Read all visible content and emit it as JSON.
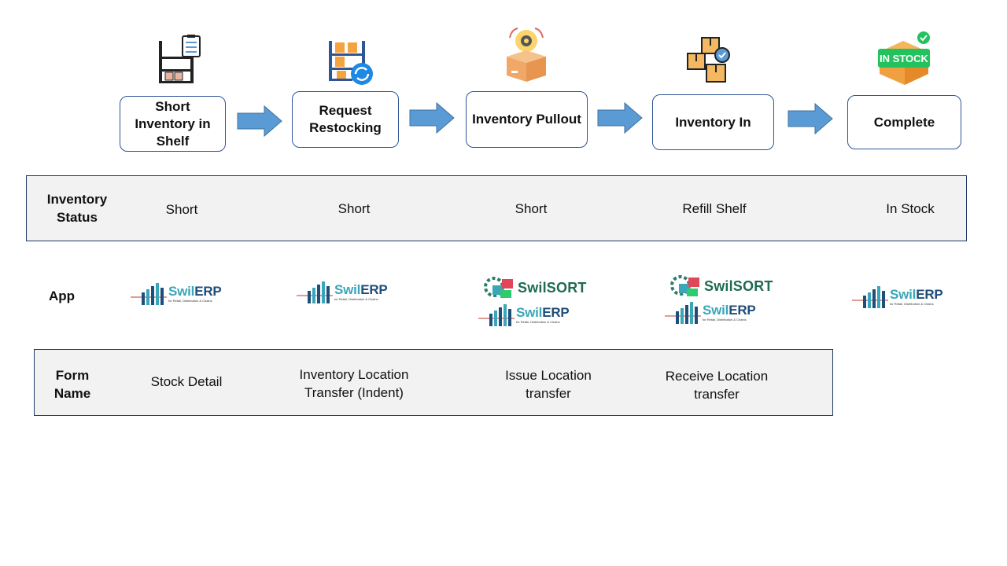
{
  "steps": [
    {
      "label": "Short Inventory in Shelf",
      "icon": "shelf-checklist-icon"
    },
    {
      "label": "Request Restocking",
      "icon": "shelf-restock-icon"
    },
    {
      "label": "Inventory Pullout",
      "icon": "box-gear-icon"
    },
    {
      "label": "Inventory In",
      "icon": "stacked-boxes-icon"
    },
    {
      "label": "Complete",
      "icon": "in-stock-box-icon"
    }
  ],
  "in_stock_badge": "IN STOCK",
  "inventory_status": {
    "label": "Inventory Status",
    "values": [
      "Short",
      "Short",
      "Short",
      "Refill Shelf",
      "In Stock"
    ]
  },
  "app": {
    "label": "App",
    "erp_name_a": "Swil",
    "erp_name_b": "ERP",
    "erp_tagline": "for Retail, Distribution & Chains",
    "sort_name": "SwilSORT"
  },
  "form_name": {
    "label": "Form Name",
    "values": [
      "Stock Detail",
      "Inventory Location Transfer (Indent)",
      "Issue Location transfer",
      "Receive Location transfer"
    ]
  },
  "colors": {
    "box_border": "#2f5597",
    "arrow": "#5b9bd5",
    "band_fill": "#f2f2f2",
    "band_border": "#1f3864",
    "erp_teal": "#3aa6b9",
    "erp_navy": "#1f4e79",
    "sort_green": "#1e6b52"
  }
}
